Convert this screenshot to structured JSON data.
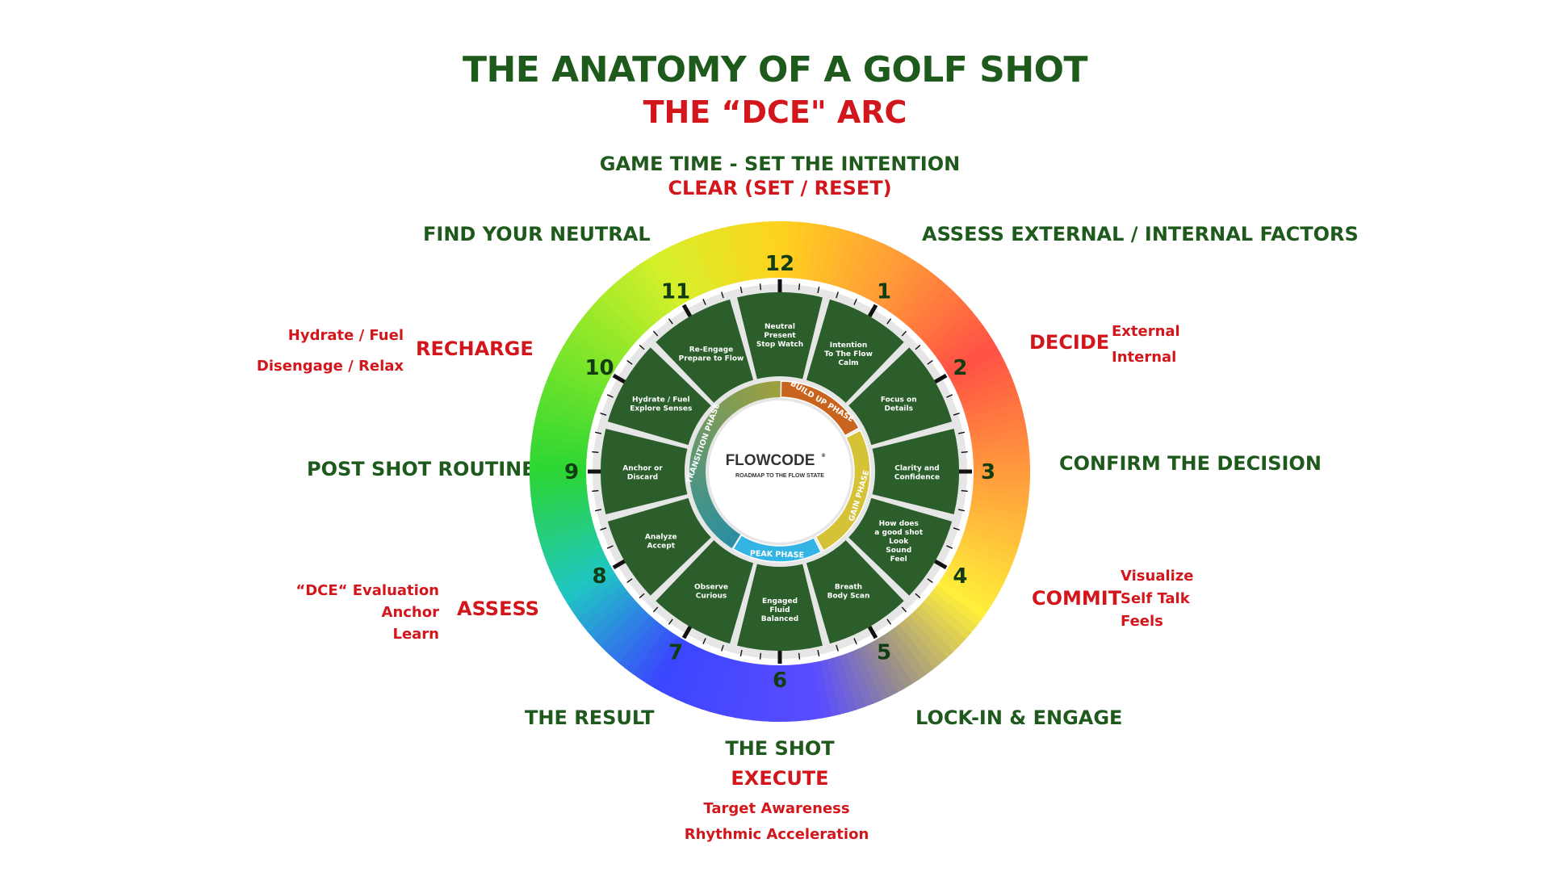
{
  "header": {
    "title": "THE ANATOMY OF A GOLF SHOT",
    "subtitle": "THE “DCE\" ARC"
  },
  "labels": {
    "top_green": "GAME TIME - SET THE INTENTION",
    "top_red": "CLEAR (SET / RESET)",
    "find_neutral": "FIND YOUR NEUTRAL",
    "assess_factors": "ASSESS EXTERNAL / INTERNAL FACTORS",
    "recharge": "RECHARGE",
    "recharge_items": [
      "Hydrate / Fuel",
      "Disengage / Relax"
    ],
    "decide": "DECIDE",
    "decide_items": [
      "External",
      "Internal"
    ],
    "post_shot": "POST SHOT ROUTINE",
    "confirm": "CONFIRM THE DECISION",
    "assess": "ASSESS",
    "assess_items": [
      "“DCE“ Evaluation",
      "Anchor",
      "Learn"
    ],
    "commit": "COMMIT",
    "commit_items": [
      "Visualize",
      "Self Talk",
      "Feels"
    ],
    "the_result": "THE RESULT",
    "lock_in": "LOCK-IN & ENGAGE",
    "the_shot": "THE SHOT",
    "execute": "EXECUTE",
    "execute_items": [
      "Target Awareness",
      "Rhythmic Acceleration"
    ]
  },
  "clock_numbers": [
    "12",
    "1",
    "2",
    "3",
    "4",
    "5",
    "6",
    "7",
    "8",
    "9",
    "10",
    "11"
  ],
  "segments": [
    [
      "Neutral",
      "Present",
      "Stop Watch"
    ],
    [
      "Intention",
      "To The Flow",
      "Calm"
    ],
    [
      "Focus on",
      "Details"
    ],
    [
      "Clarity and",
      "Confidence"
    ],
    [
      "How does",
      "a good shot",
      "Look",
      "Sound",
      "Feel"
    ],
    [
      "Breath",
      "Body Scan"
    ],
    [
      "Engaged",
      "Fluid",
      "Balanced"
    ],
    [
      "Observe",
      "Curious"
    ],
    [
      "Analyze",
      "Accept"
    ],
    [
      "Anchor or",
      "Discard"
    ],
    [
      "Hydrate / Fuel",
      "Explore Senses"
    ],
    [
      "Re-Engage",
      "Prepare to Flow"
    ]
  ],
  "phases": [
    {
      "name": "BUILD UP PHASE",
      "color": "#c8641e"
    },
    {
      "name": "GAIN PHASE",
      "color": "#d6c237"
    },
    {
      "name": "PEAK PHASE",
      "color": "#34b4e4"
    },
    {
      "name": "TRANSITION PHASE",
      "color": "#2a8fa0"
    }
  ],
  "center_logo": {
    "brand": "FLOWCODE",
    "tagline": "ROADMAP TO THE FLOW STATE"
  },
  "colors": {
    "dark_green": "#1f5a1d",
    "red": "#d3161b",
    "segment_fill": "#2b5e2b"
  }
}
